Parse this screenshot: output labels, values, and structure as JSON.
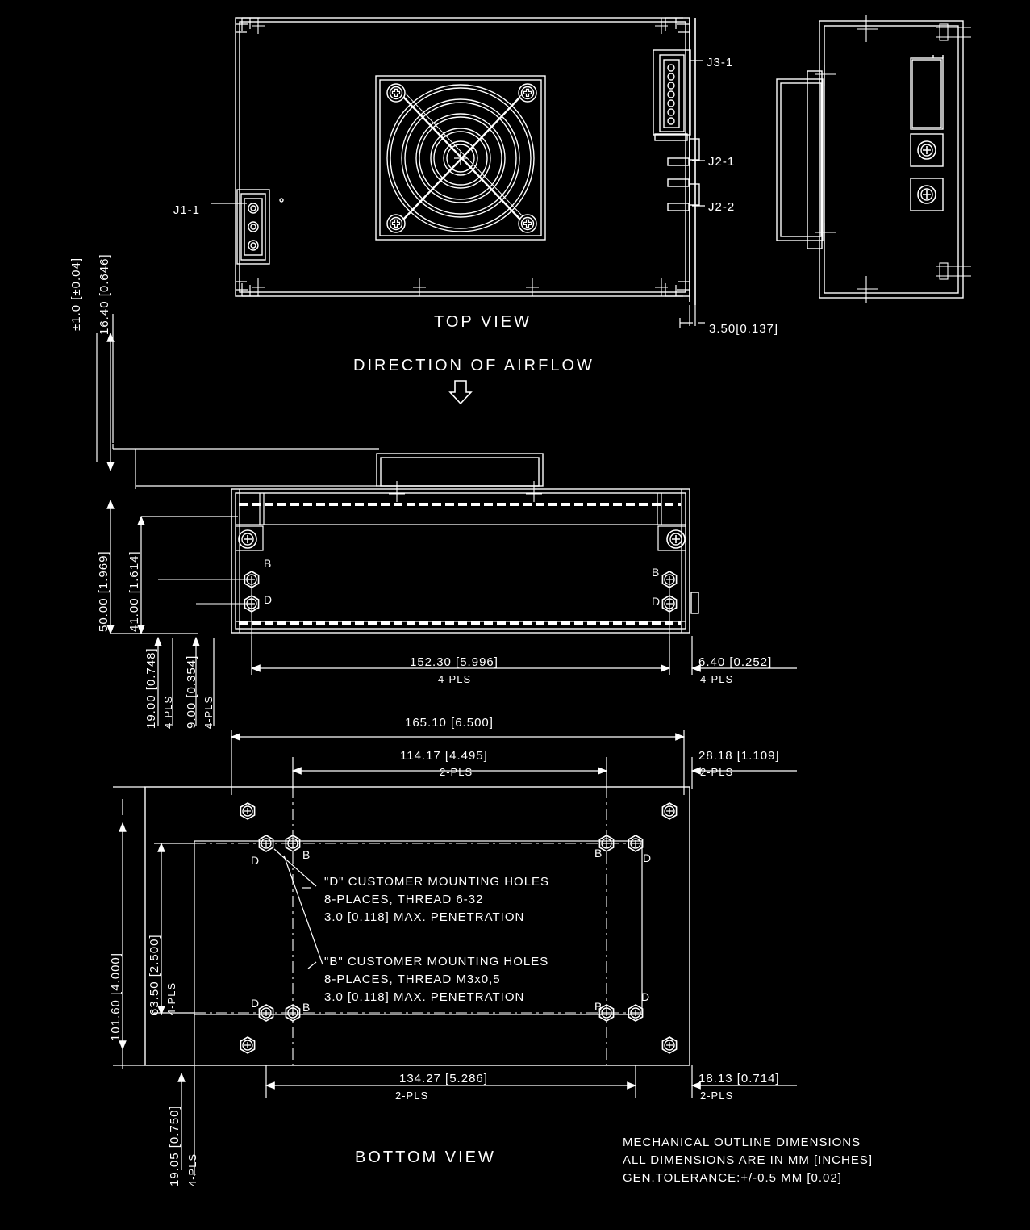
{
  "drawing": {
    "type": "mechanical-outline-drawing",
    "subject": "power supply enclosure",
    "background": "#000000",
    "line_color": "#ffffff"
  },
  "views": {
    "top": {
      "title": "TOP VIEW"
    },
    "bottom": {
      "title": "BOTTOM VIEW"
    },
    "airflow": {
      "label": "DIRECTION OF AIRFLOW",
      "arrow": "down-arrow-icon"
    }
  },
  "connectors": [
    {
      "name": "J1-1",
      "side": "left"
    },
    {
      "name": "J3-1",
      "side": "right"
    },
    {
      "name": "J2-1",
      "side": "right"
    },
    {
      "name": "J2-2",
      "side": "right"
    }
  ],
  "dimensions": {
    "thickness": {
      "value": "3.50[0.137]"
    },
    "tolerance_height": {
      "value": "±1.0  [±0.04]"
    },
    "top_offset": {
      "value": "16.40  [0.646]"
    },
    "overall_height": {
      "value": "50.00  [1.969]"
    },
    "body_height": {
      "value": "41.00  [1.614]"
    },
    "hole_v1": {
      "value": "19.00 [0.748]",
      "note": "4-PLS"
    },
    "hole_v2": {
      "value": "9.00 [0.354]",
      "note": "4-PLS"
    },
    "side_length": {
      "value": "152.30  [5.996]",
      "note": "4-PLS"
    },
    "side_edge": {
      "value": "6.40  [0.252]",
      "note": "4-PLS"
    },
    "overall_length": {
      "value": "165.10  [6.500]"
    },
    "bottom_span1": {
      "value": "114.17  [4.495]",
      "note": "2-PLS"
    },
    "bottom_edge1": {
      "value": "28.18  [1.109]",
      "note": "2-PLS"
    },
    "overall_width": {
      "value": "101.60  [4.000]"
    },
    "hole_span_v": {
      "value": "63.50  [2.500]",
      "note": "4-PLS"
    },
    "bottom_margin_v": {
      "value": "19.05 [0.750]",
      "note": "4-PLS"
    },
    "bottom_span2": {
      "value": "134.27  [5.286]",
      "note": "2-PLS"
    },
    "bottom_edge2": {
      "value": "18.13  [0.714]",
      "note": "2-PLS"
    }
  },
  "callouts": {
    "d_holes": {
      "line1": "\"D\" CUSTOMER MOUNTING HOLES",
      "line2": "8-PLACES, THREAD 6-32",
      "line3": "3.0 [0.118] MAX. PENETRATION"
    },
    "b_holes": {
      "line1": "\"B\" CUSTOMER MOUNTING HOLES",
      "line2": "8-PLACES, THREAD M3x0,5",
      "line3": "3.0 [0.118] MAX. PENETRATION"
    }
  },
  "hole_markers": {
    "b": "B",
    "d": "D"
  },
  "notes": {
    "line1": "MECHANICAL OUTLINE DIMENSIONS",
    "line2": "ALL DIMENSIONS ARE IN MM [INCHES]",
    "line3": "GEN.TOLERANCE:+/-0.5 MM [0.02]"
  }
}
